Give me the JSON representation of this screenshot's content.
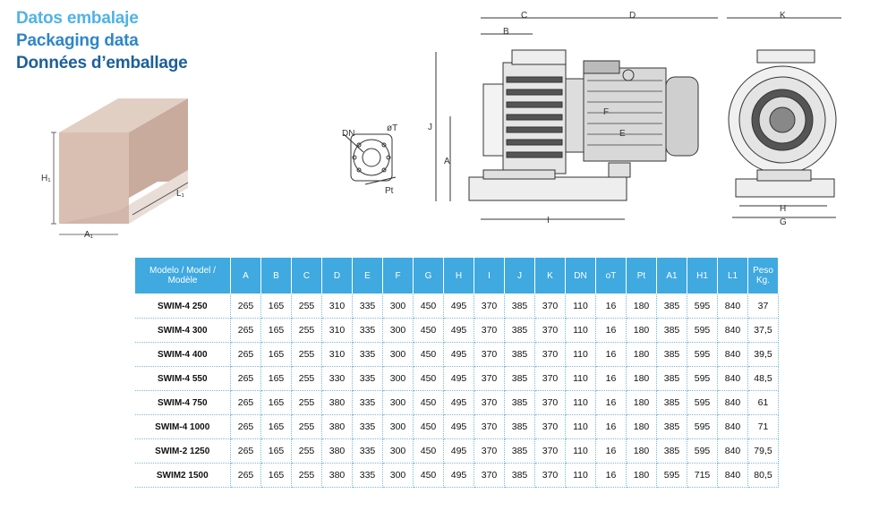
{
  "titles": {
    "es": "Datos embalaje",
    "en": "Packaging data",
    "fr": "Données d’emballage"
  },
  "box_labels": {
    "h": "H₁",
    "l": "L₁",
    "a": "A₁"
  },
  "flange_labels": {
    "dn": "DN",
    "ot": "øT",
    "pt": "Pt"
  },
  "side_labels": {
    "c": "C",
    "d": "D",
    "b": "B",
    "j": "J",
    "a": "A",
    "f": "F",
    "e": "E",
    "i": "I"
  },
  "front_labels": {
    "k": "K",
    "h": "H",
    "g": "G"
  },
  "table": {
    "header_model": "Modelo / Model / Modèle",
    "columns": [
      "A",
      "B",
      "C",
      "D",
      "E",
      "F",
      "G",
      "H",
      "I",
      "J",
      "K",
      "DN",
      "oT",
      "Pt",
      "A1",
      "H1",
      "L1",
      "Peso Kg."
    ],
    "rows": [
      {
        "model": "SWIM-4 250",
        "values": [
          "265",
          "165",
          "255",
          "310",
          "335",
          "300",
          "450",
          "495",
          "370",
          "385",
          "370",
          "110",
          "16",
          "180",
          "385",
          "595",
          "840",
          "37"
        ]
      },
      {
        "model": "SWIM-4 300",
        "values": [
          "265",
          "165",
          "255",
          "310",
          "335",
          "300",
          "450",
          "495",
          "370",
          "385",
          "370",
          "110",
          "16",
          "180",
          "385",
          "595",
          "840",
          "37,5"
        ]
      },
      {
        "model": "SWIM-4 400",
        "values": [
          "265",
          "165",
          "255",
          "310",
          "335",
          "300",
          "450",
          "495",
          "370",
          "385",
          "370",
          "110",
          "16",
          "180",
          "385",
          "595",
          "840",
          "39,5"
        ]
      },
      {
        "model": "SWIM-4 550",
        "values": [
          "265",
          "165",
          "255",
          "330",
          "335",
          "300",
          "450",
          "495",
          "370",
          "385",
          "370",
          "110",
          "16",
          "180",
          "385",
          "595",
          "840",
          "48,5"
        ]
      },
      {
        "model": "SWIM-4 750",
        "values": [
          "265",
          "165",
          "255",
          "380",
          "335",
          "300",
          "450",
          "495",
          "370",
          "385",
          "370",
          "110",
          "16",
          "180",
          "385",
          "595",
          "840",
          "61"
        ]
      },
      {
        "model": "SWIM-4 1000",
        "values": [
          "265",
          "165",
          "255",
          "380",
          "335",
          "300",
          "450",
          "495",
          "370",
          "385",
          "370",
          "110",
          "16",
          "180",
          "385",
          "595",
          "840",
          "71"
        ]
      },
      {
        "model": "SWIM-2 1250",
        "values": [
          "265",
          "165",
          "255",
          "380",
          "335",
          "300",
          "450",
          "495",
          "370",
          "385",
          "370",
          "110",
          "16",
          "180",
          "385",
          "595",
          "840",
          "79,5"
        ]
      },
      {
        "model": "SWIM2 1500",
        "values": [
          "265",
          "165",
          "255",
          "380",
          "335",
          "300",
          "450",
          "495",
          "370",
          "385",
          "370",
          "110",
          "16",
          "180",
          "595",
          "715",
          "840",
          "80,5"
        ]
      }
    ]
  }
}
